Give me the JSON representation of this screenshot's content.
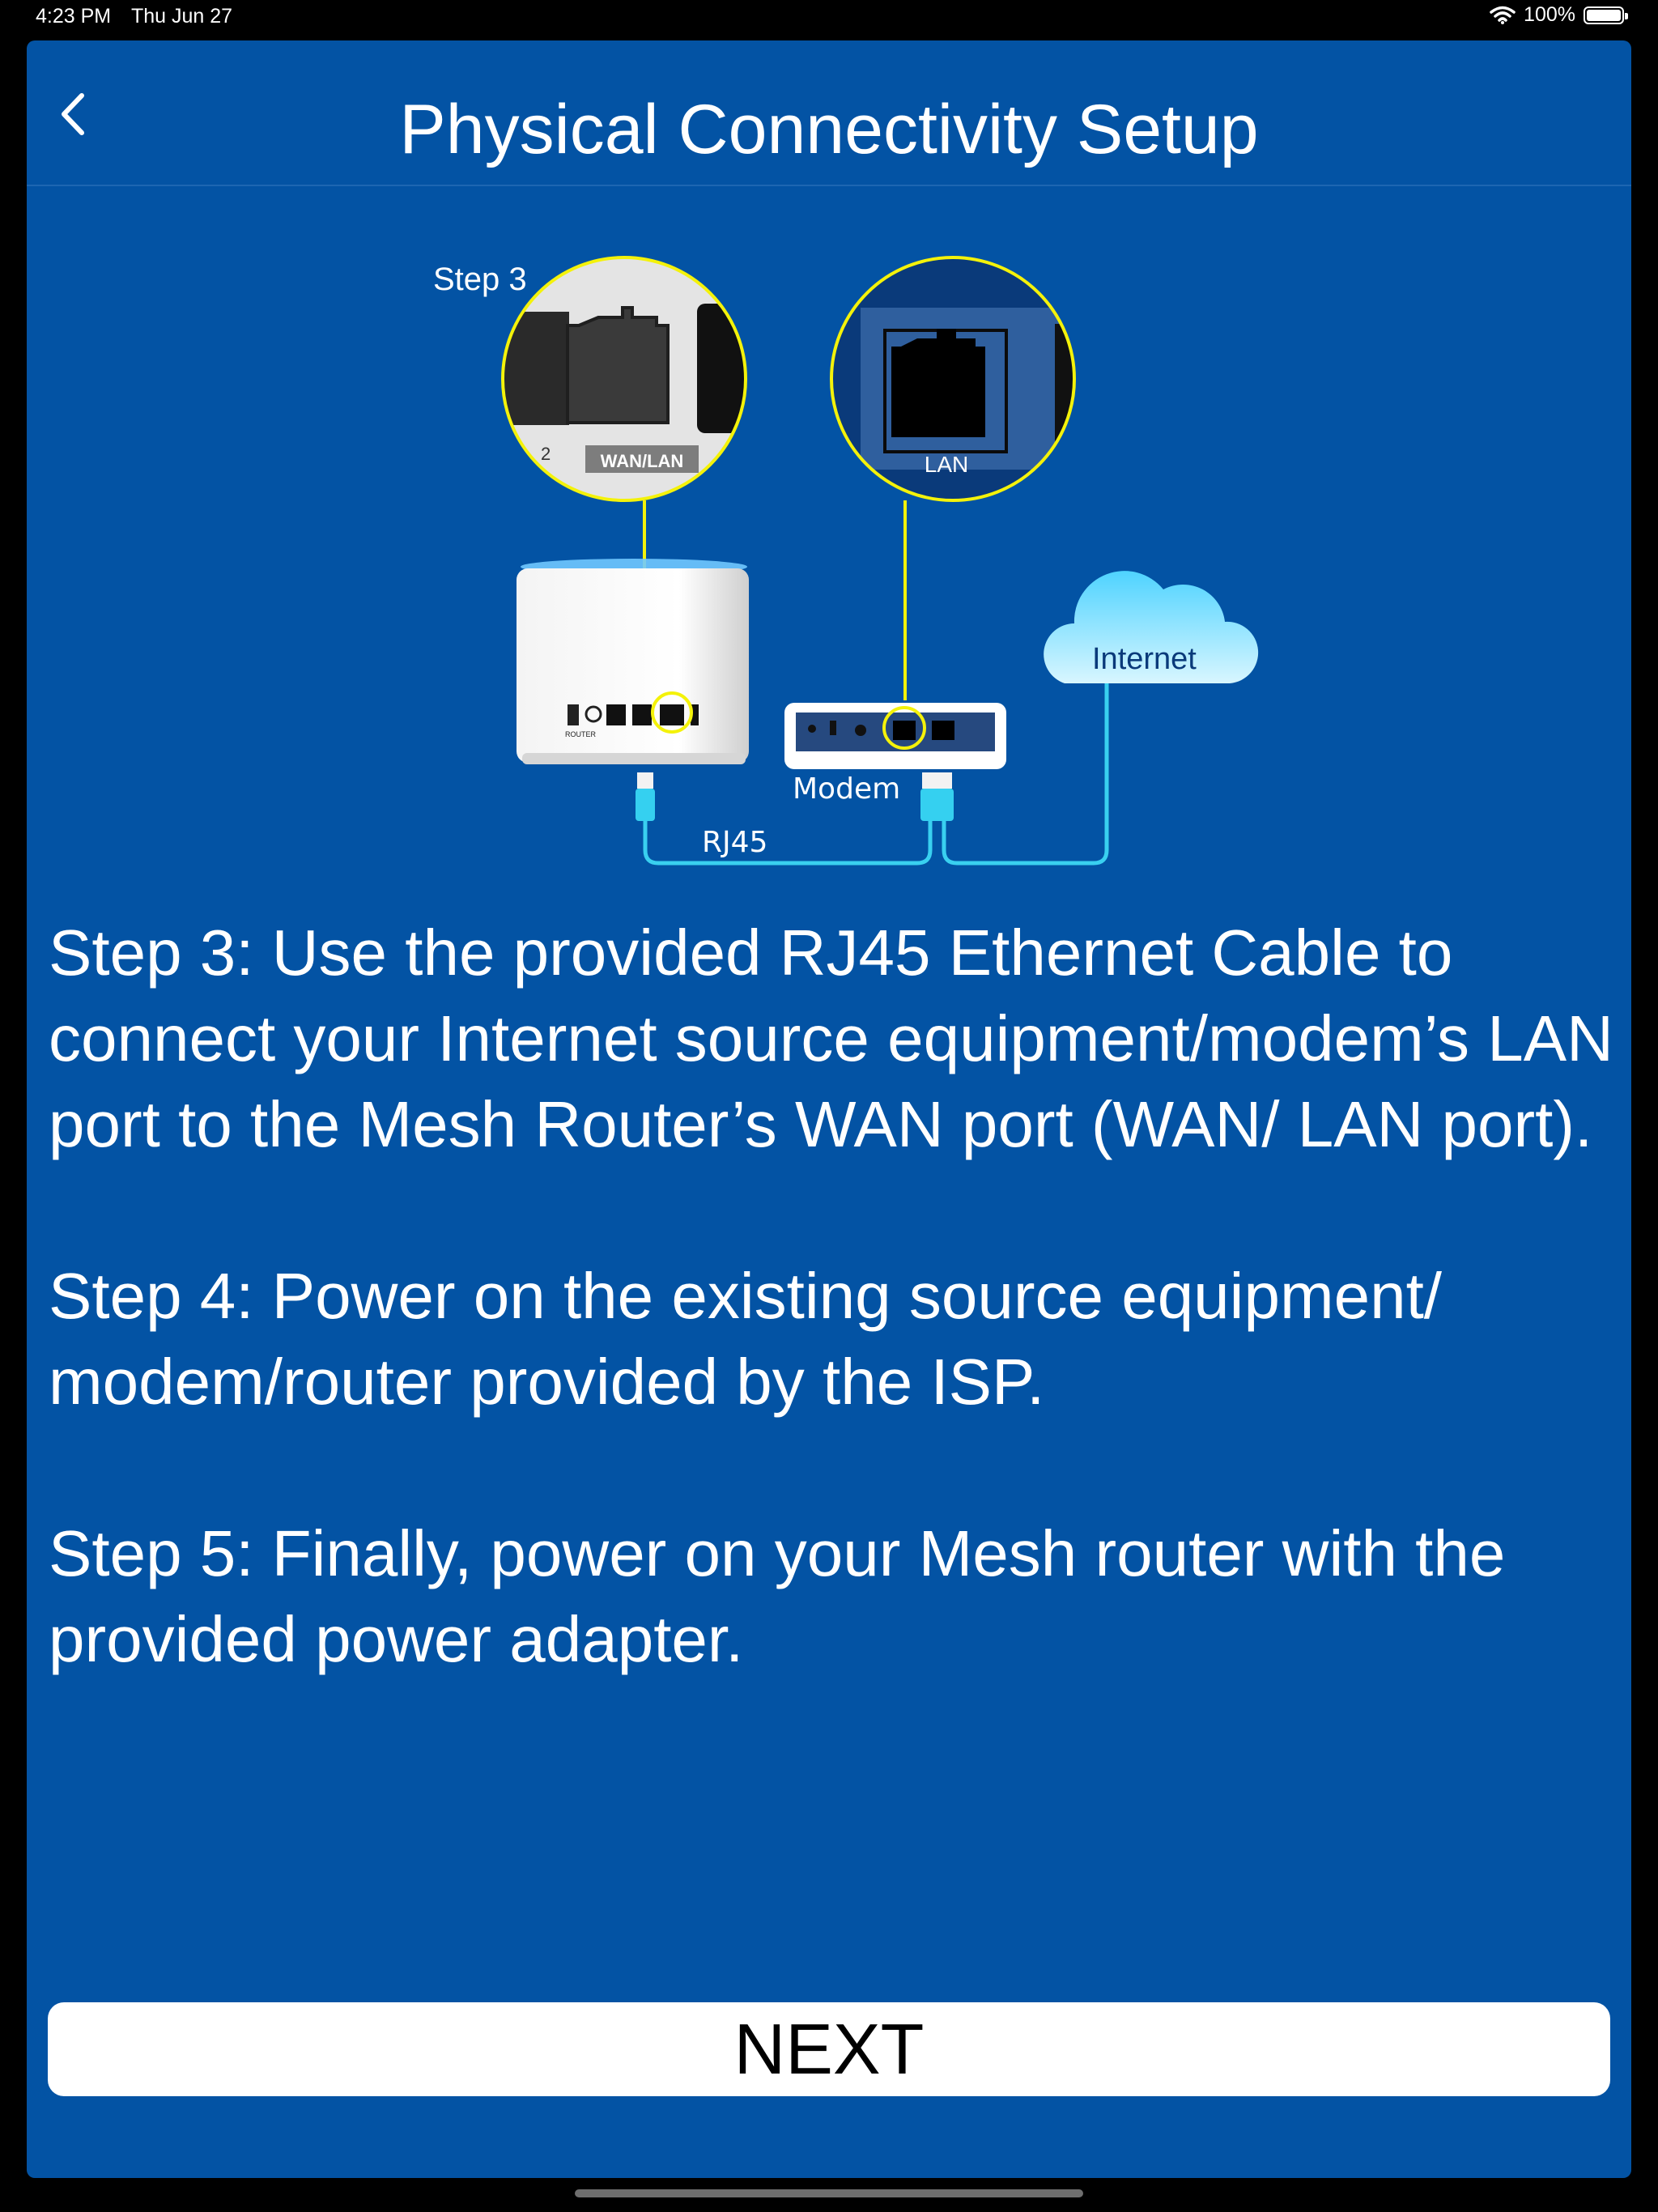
{
  "status_bar": {
    "time": "4:23 PM",
    "date": "Thu Jun 27",
    "battery": "100%"
  },
  "header": {
    "title": "Physical Connectivity Setup",
    "back_icon": "chevron-left-icon"
  },
  "illustration": {
    "step_label": "Step 3",
    "router_port_label": "WAN/LAN",
    "modem_port_label": "LAN",
    "cloud_label": "Internet",
    "modem_label": "Modem",
    "cable_label": "RJ45",
    "colors": {
      "highlight": "#f4f20a",
      "cable": "#39d0f0",
      "cloud": "#7fe3ff"
    }
  },
  "instructions": {
    "step3": "Step 3: Use the provided RJ45 Ethernet Cable to connect your Internet source equipment/modem’s LAN port to the Mesh Router’s WAN port (WAN/ LAN port).",
    "step4": "Step 4: Power on the existing source equipment/ modem/router provided by the ISP.",
    "step5": "Step 5: Finally, power on your Mesh router with the provided power adapter."
  },
  "footer": {
    "next_label": "NEXT"
  },
  "colors": {
    "background": "#0353a4",
    "button": "#ffffff"
  }
}
